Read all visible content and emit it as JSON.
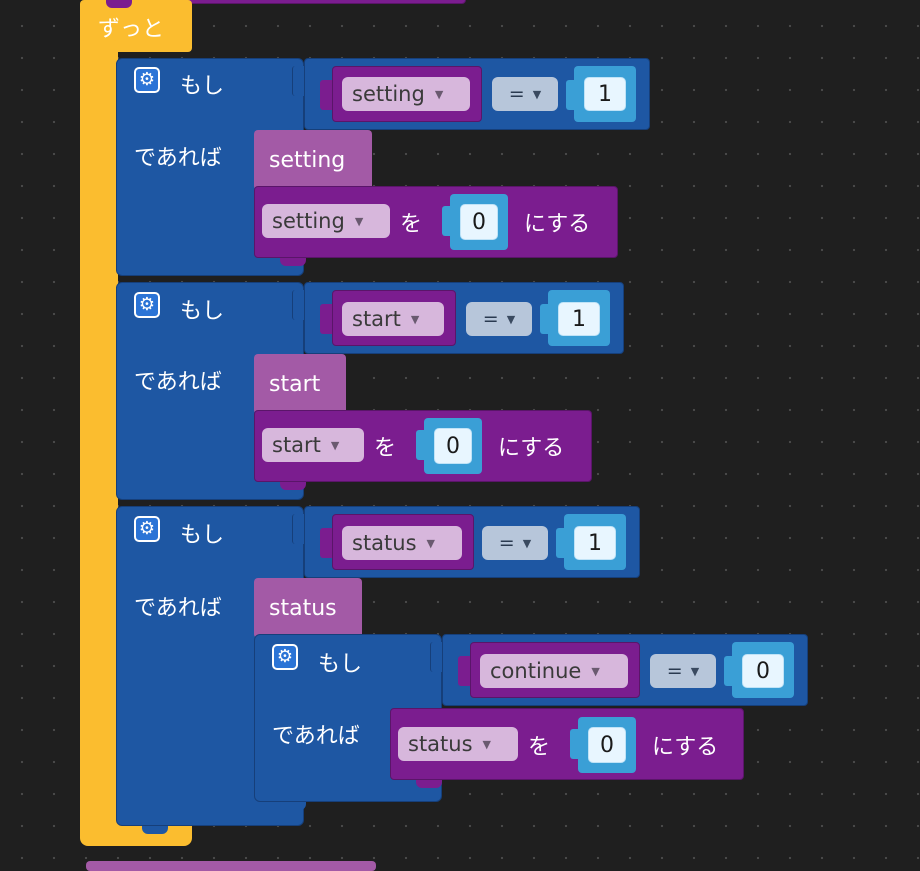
{
  "forever": {
    "label": "ずっと"
  },
  "if_blocks": [
    {
      "if_label": "もし",
      "then_label": "であれば",
      "condition": {
        "variable": "setting",
        "operator": "=",
        "value": "1"
      },
      "reporter": "setting",
      "set": {
        "variable": "setting",
        "to_label": "を",
        "value": "0",
        "suffix": "にする"
      }
    },
    {
      "if_label": "もし",
      "then_label": "であれば",
      "condition": {
        "variable": "start",
        "operator": "=",
        "value": "1"
      },
      "reporter": "start",
      "set": {
        "variable": "start",
        "to_label": "を",
        "value": "0",
        "suffix": "にする"
      }
    },
    {
      "if_label": "もし",
      "then_label": "であれば",
      "condition": {
        "variable": "status",
        "operator": "=",
        "value": "1"
      },
      "reporter": "status",
      "nested_if": {
        "if_label": "もし",
        "then_label": "であれば",
        "condition": {
          "variable": "continue",
          "operator": "=",
          "value": "0"
        },
        "set": {
          "variable": "status",
          "to_label": "を",
          "value": "0",
          "suffix": "にする"
        }
      }
    }
  ],
  "colors": {
    "background": "#1f1f1f",
    "forever": "#fbbd2f",
    "logic": "#1e57a3",
    "variables": "#7b1d8f",
    "number": "#3a9fd6"
  }
}
